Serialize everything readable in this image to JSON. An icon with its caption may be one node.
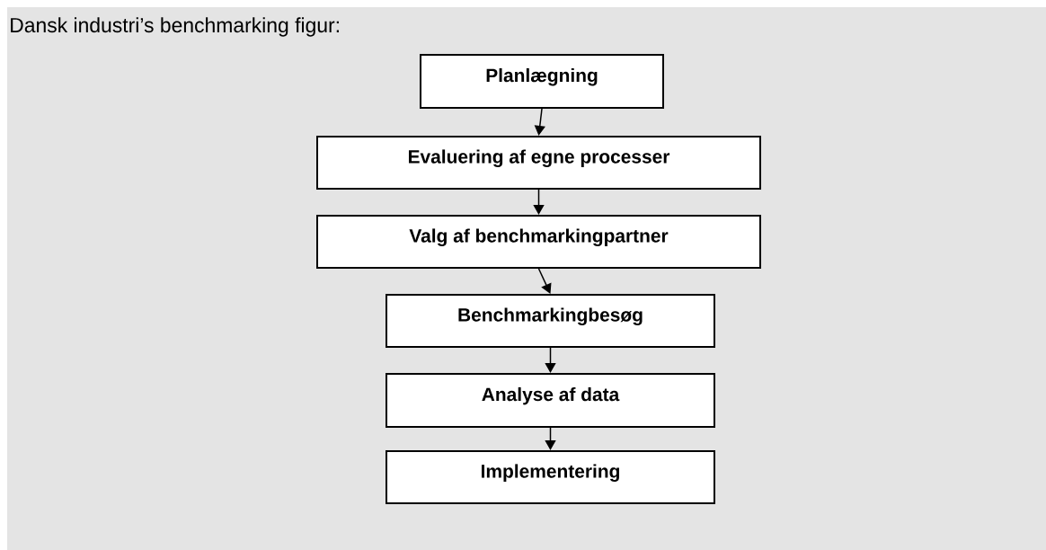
{
  "diagram": {
    "title": "Dansk industri’s benchmarking figur:",
    "nodes": [
      {
        "text": [
          "Planlægning"
        ]
      },
      {
        "text": [
          "Evaluering af egne processer"
        ]
      },
      {
        "text": [
          "Valg af benchmarkingpartner"
        ]
      },
      {
        "text": [
          "Benchmarkingbesøg"
        ]
      },
      {
        "text": [
          "Analyse af data"
        ]
      },
      {
        "text": [
          "Implementering"
        ]
      }
    ],
    "edges": [
      {
        "from": 0,
        "to": 1,
        "arrow": "to"
      },
      {
        "from": 1,
        "to": 2,
        "arrow": "to"
      },
      {
        "from": 2,
        "to": 3,
        "arrow": "to"
      },
      {
        "from": 3,
        "to": 4,
        "arrow": "to"
      },
      {
        "from": 4,
        "to": 5,
        "arrow": "to"
      }
    ]
  }
}
